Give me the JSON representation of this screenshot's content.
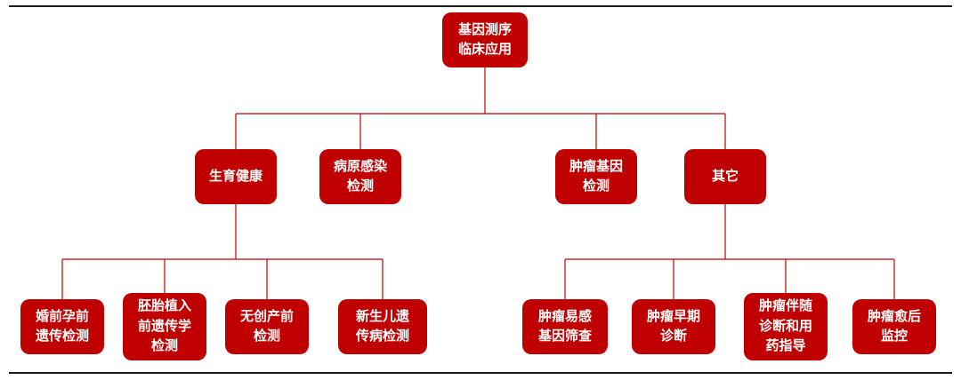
{
  "colors": {
    "node_bg": "#c00000",
    "line": "#c00000",
    "text": "#ffffff",
    "rule": "#1a1a1a"
  },
  "diagram": {
    "title": "基因测序临床应用",
    "root": {
      "label": "基因测序\n临床应用"
    },
    "level2": [
      {
        "id": "reproductive-health",
        "label": "生育健康"
      },
      {
        "id": "pathogen-infection-detection",
        "label": "病原感染\n检测"
      },
      {
        "id": "tumor-gene-detection",
        "label": "肿瘤基因\n检测"
      },
      {
        "id": "others",
        "label": "其它"
      }
    ],
    "reproductive_children": [
      {
        "id": "premarital-preconception-genetic-testing",
        "label": "婚前孕前\n遗传检测"
      },
      {
        "id": "preimplantation-genetic-testing",
        "label": "胚胎植入\n前遗传学\n检测"
      },
      {
        "id": "noninvasive-prenatal-testing",
        "label": "无创产前\n检测"
      },
      {
        "id": "newborn-genetic-disease-testing",
        "label": "新生儿遗\n传病检测"
      }
    ],
    "others_children": [
      {
        "id": "tumor-susceptibility-gene-screening",
        "label": "肿瘤易感\n基因筛查"
      },
      {
        "id": "tumor-early-diagnosis",
        "label": "肿瘤早期\n诊断"
      },
      {
        "id": "tumor-companion-diagnosis-medication-guidance",
        "label": "肿瘤伴随\n诊断和用\n药指导"
      },
      {
        "id": "tumor-post-treatment-monitoring",
        "label": "肿瘤愈后\n监控"
      }
    ]
  }
}
